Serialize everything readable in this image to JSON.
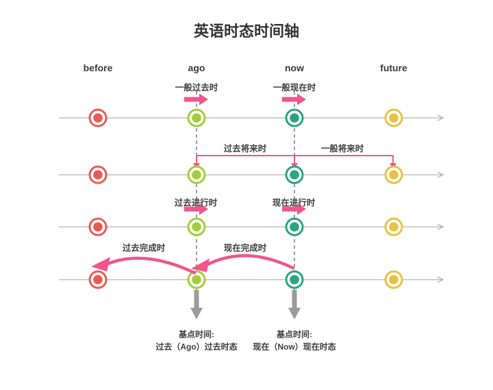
{
  "title": "英语时态时间轴",
  "colors": {
    "red": "#e95b55",
    "green": "#a3cd3a",
    "teal": "#2aa57e",
    "yellow": "#e9c244",
    "pink": "#f2548b",
    "axis": "#b3b3b3",
    "dash": "#9e9e9e",
    "baseline_arrow": "#9b9b9b",
    "text": "#3d3d3d"
  },
  "time_markers": [
    {
      "label": "before",
      "color": "#e95b55"
    },
    {
      "label": "ago",
      "color": "#a3cd3a"
    },
    {
      "label": "now",
      "color": "#2aa57e"
    },
    {
      "label": "future",
      "color": "#e9c244"
    }
  ],
  "tenses": {
    "simple_past": "一般过去时",
    "simple_present": "一般现在时",
    "past_future": "过去将来时",
    "simple_future": "一般将来时",
    "past_continuous": "过去进行时",
    "present_continuous": "现在进行时",
    "past_perfect": "过去完成时",
    "present_perfect": "现在完成时"
  },
  "footnotes": {
    "ago": {
      "line1": "基点时间:",
      "line2": "过去（Ago）过去时态"
    },
    "now": {
      "line1": "基点时间:",
      "line2": "现在（Now）现在时态"
    }
  }
}
